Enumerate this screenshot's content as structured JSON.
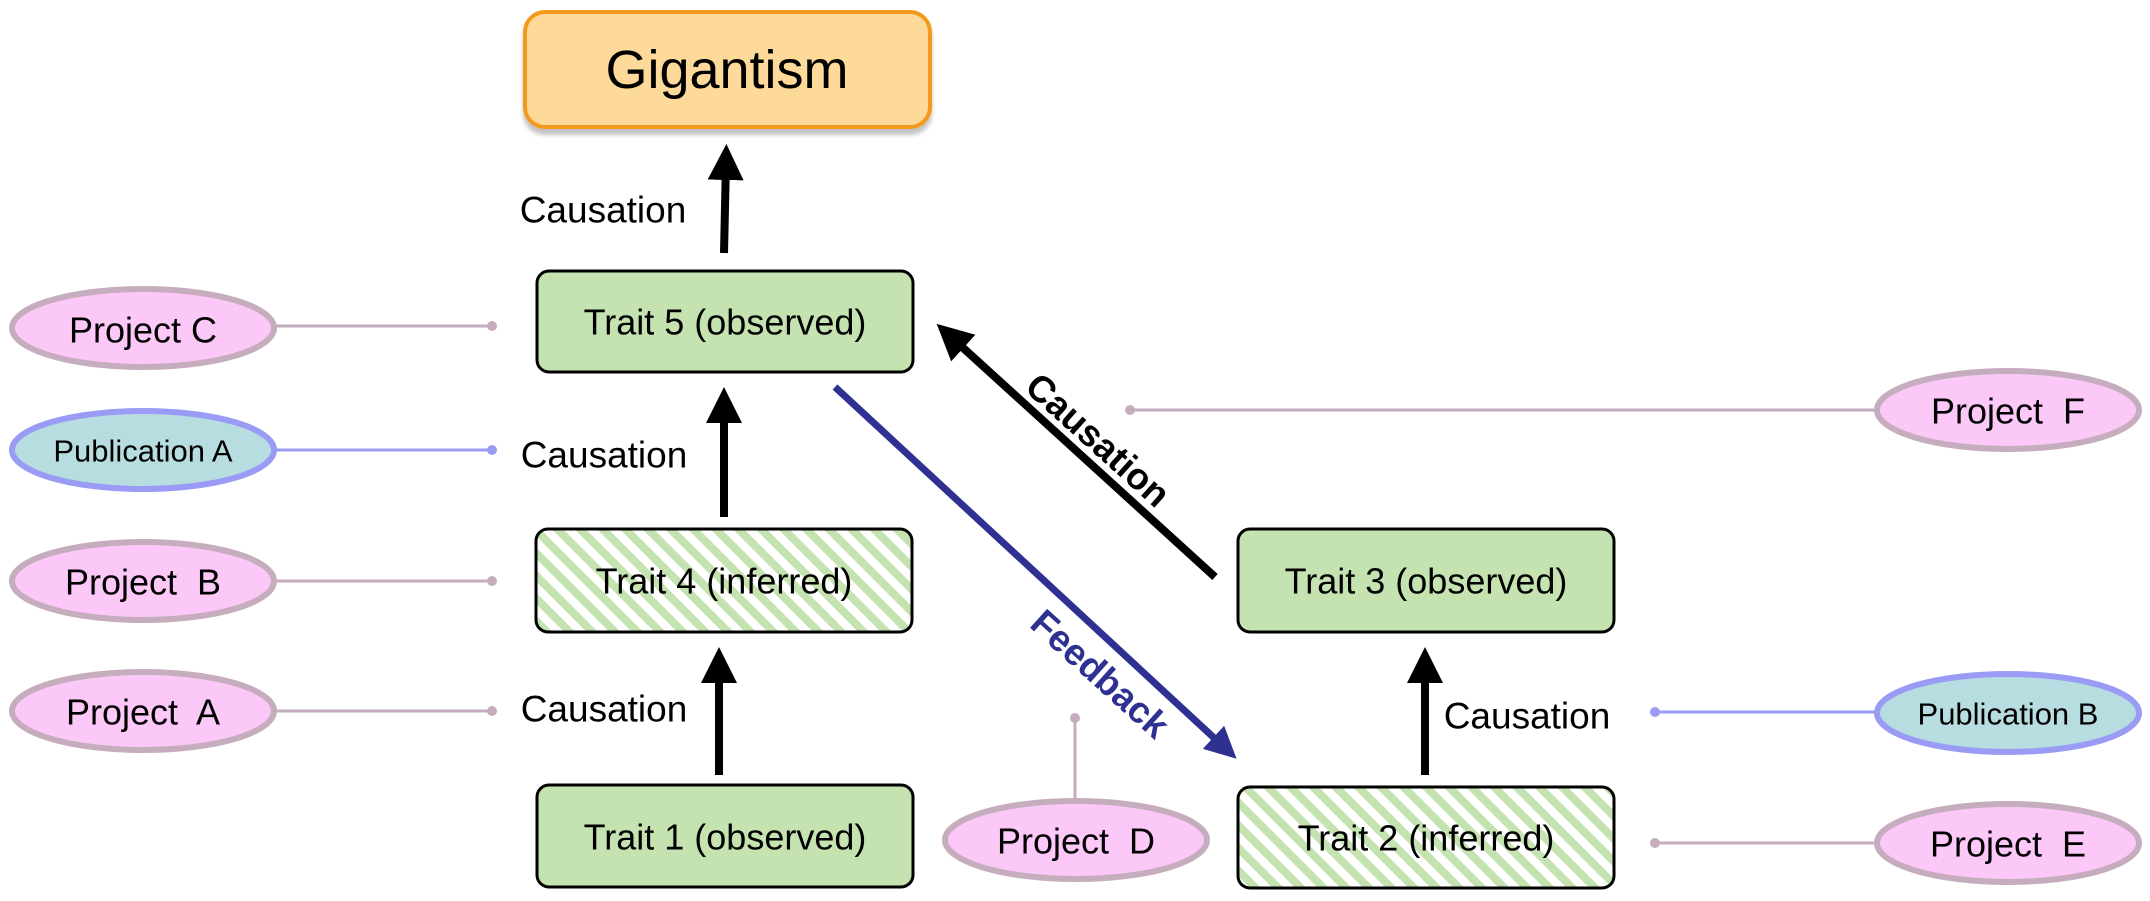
{
  "nodes": {
    "gigantism": "Gigantism",
    "trait5": "Trait 5 (observed)",
    "trait4": "Trait 4 (inferred)",
    "trait1": "Trait 1 (observed)",
    "trait3": "Trait 3 (observed)",
    "trait2": "Trait 2 (inferred)"
  },
  "edge_labels": {
    "causation_top": "Causation",
    "causation_5_4": "Causation",
    "causation_4_1": "Causation",
    "causation_diag": "Causation",
    "feedback": "Feedback",
    "causation_3_2": "Causation"
  },
  "references": {
    "project_c": "Project C",
    "publication_a": "Publication A",
    "project_b": "Project  B",
    "project_a": "Project  A",
    "project_d": "Project  D",
    "project_f": "Project  F",
    "publication_b": "Publication B",
    "project_e": "Project  E"
  },
  "colors": {
    "observed_fill": "#c5e3b0",
    "inferred_stripe": "#c5e3b0",
    "gigantism_fill": "#fdd99a",
    "gigantism_border": "#f39a1e",
    "project_fill": "#fbc8f7",
    "project_border": "#c6adbd",
    "publication_fill": "#b8dde0",
    "publication_border": "#9a9bf4",
    "feedback": "#2e3192"
  }
}
